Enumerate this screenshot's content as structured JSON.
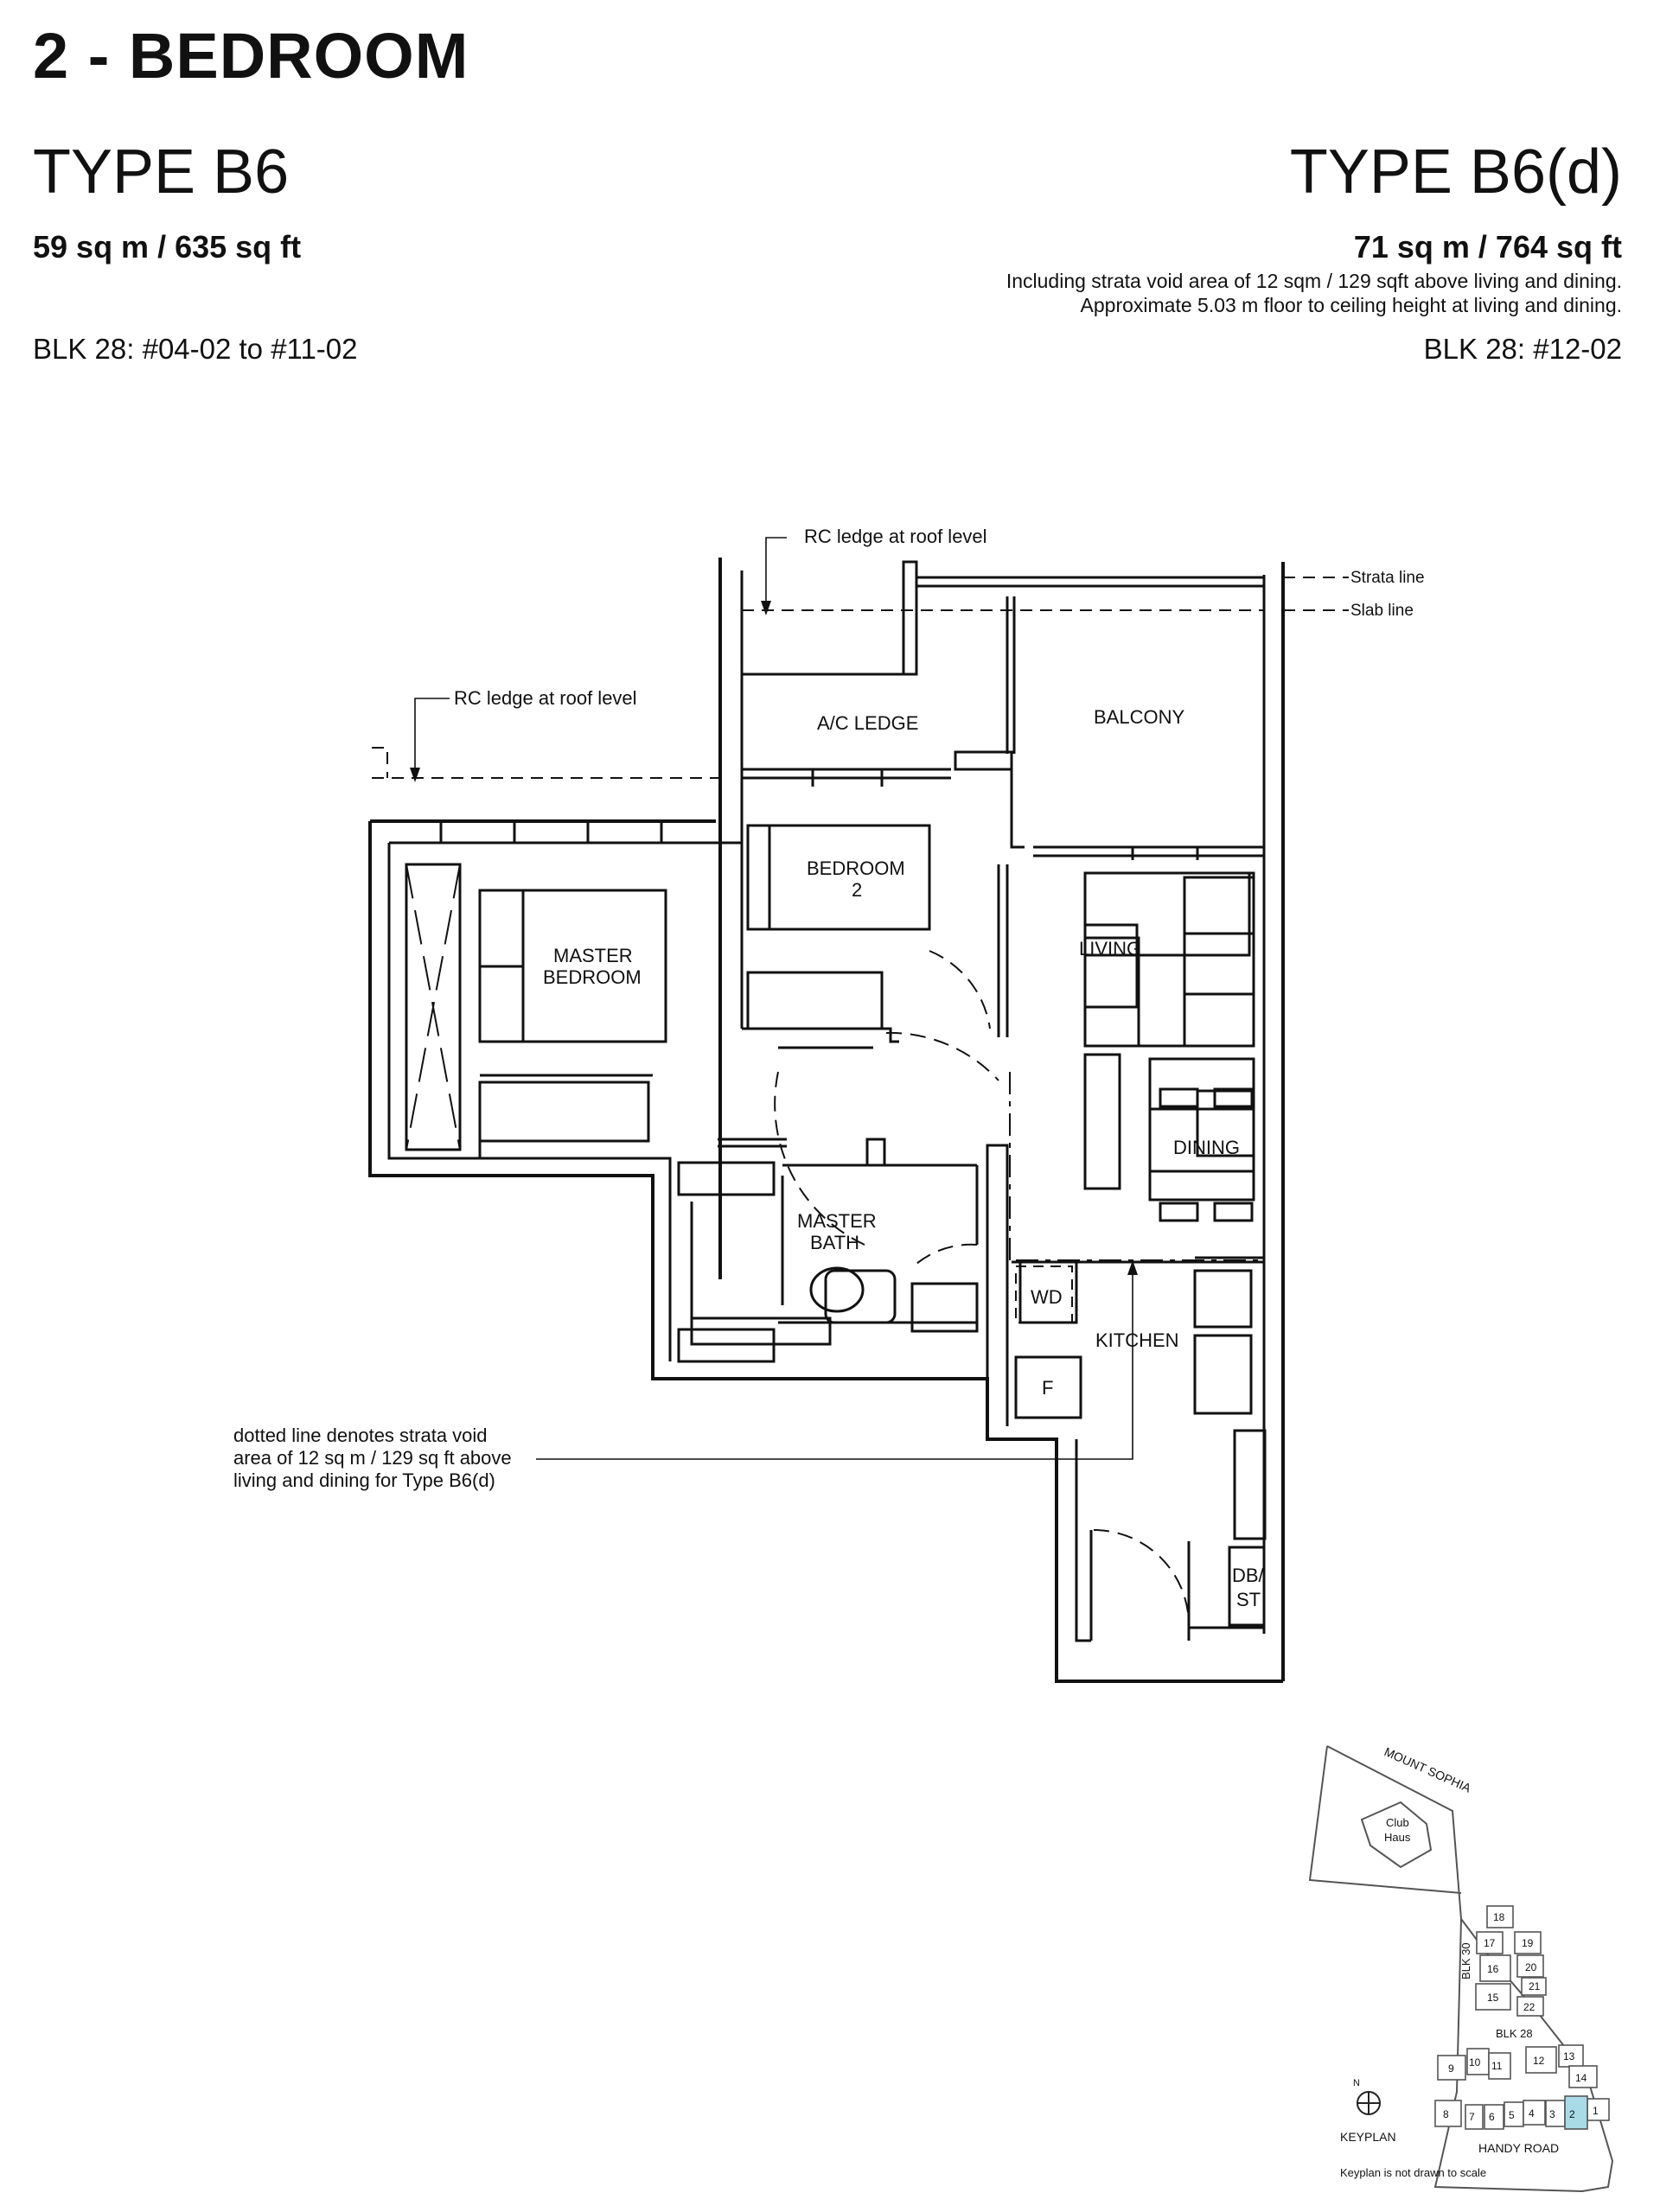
{
  "header": {
    "title": "2 - BEDROOM",
    "type_left": "TYPE B6",
    "type_right": "TYPE B6(d)",
    "area_left": "59 sq m / 635 sq ft",
    "area_right": "71 sq m / 764 sq ft",
    "note_line1": "Including strata void area of 12 sqm / 129 sqft above living and dining.",
    "note_line2": "Approximate 5.03 m floor to ceiling height at living and dining.",
    "blk_left": "BLK 28: #04-02 to #11-02",
    "blk_right": "BLK 28: #12-02"
  },
  "plan": {
    "rc_ledge_top": "RC ledge at roof level",
    "rc_ledge_left": "RC ledge at roof level",
    "strata_line": "Strata line",
    "slab_line": "Slab line",
    "ac_ledge": "A/C LEDGE",
    "balcony": "BALCONY",
    "bedroom2_l1": "BEDROOM",
    "bedroom2_l2": "2",
    "master_l1": "MASTER",
    "master_l2": "BEDROOM",
    "living": "LIVING",
    "dining": "DINING",
    "bath_l1": "MASTER",
    "bath_l2": "BATH",
    "wd": "WD",
    "kitchen": "KITCHEN",
    "fridge": "F",
    "dbst_l1": "DB/",
    "dbst_l2": "ST",
    "void_note_l1": "dotted line denotes strata void",
    "void_note_l2": "area of 12 sq m / 129 sq ft above",
    "void_note_l3": "living and dining for Type B6(d)"
  },
  "keyplan": {
    "road_top": "MOUNT SOPHIA",
    "club_l1": "Club",
    "club_l2": "Haus",
    "blk30": "BLK 30",
    "blk28": "BLK 28",
    "road_bottom": "HANDY ROAD",
    "label": "KEYPLAN",
    "north": "N",
    "disclaimer": "Keyplan is not drawn to scale",
    "units": [
      "18",
      "17",
      "19",
      "16",
      "20",
      "21",
      "15",
      "22",
      "9",
      "10",
      "11",
      "12",
      "13",
      "14",
      "8",
      "7",
      "6",
      "5",
      "4",
      "3",
      "2",
      "1"
    ],
    "highlight_color": "#a8dbe6"
  }
}
